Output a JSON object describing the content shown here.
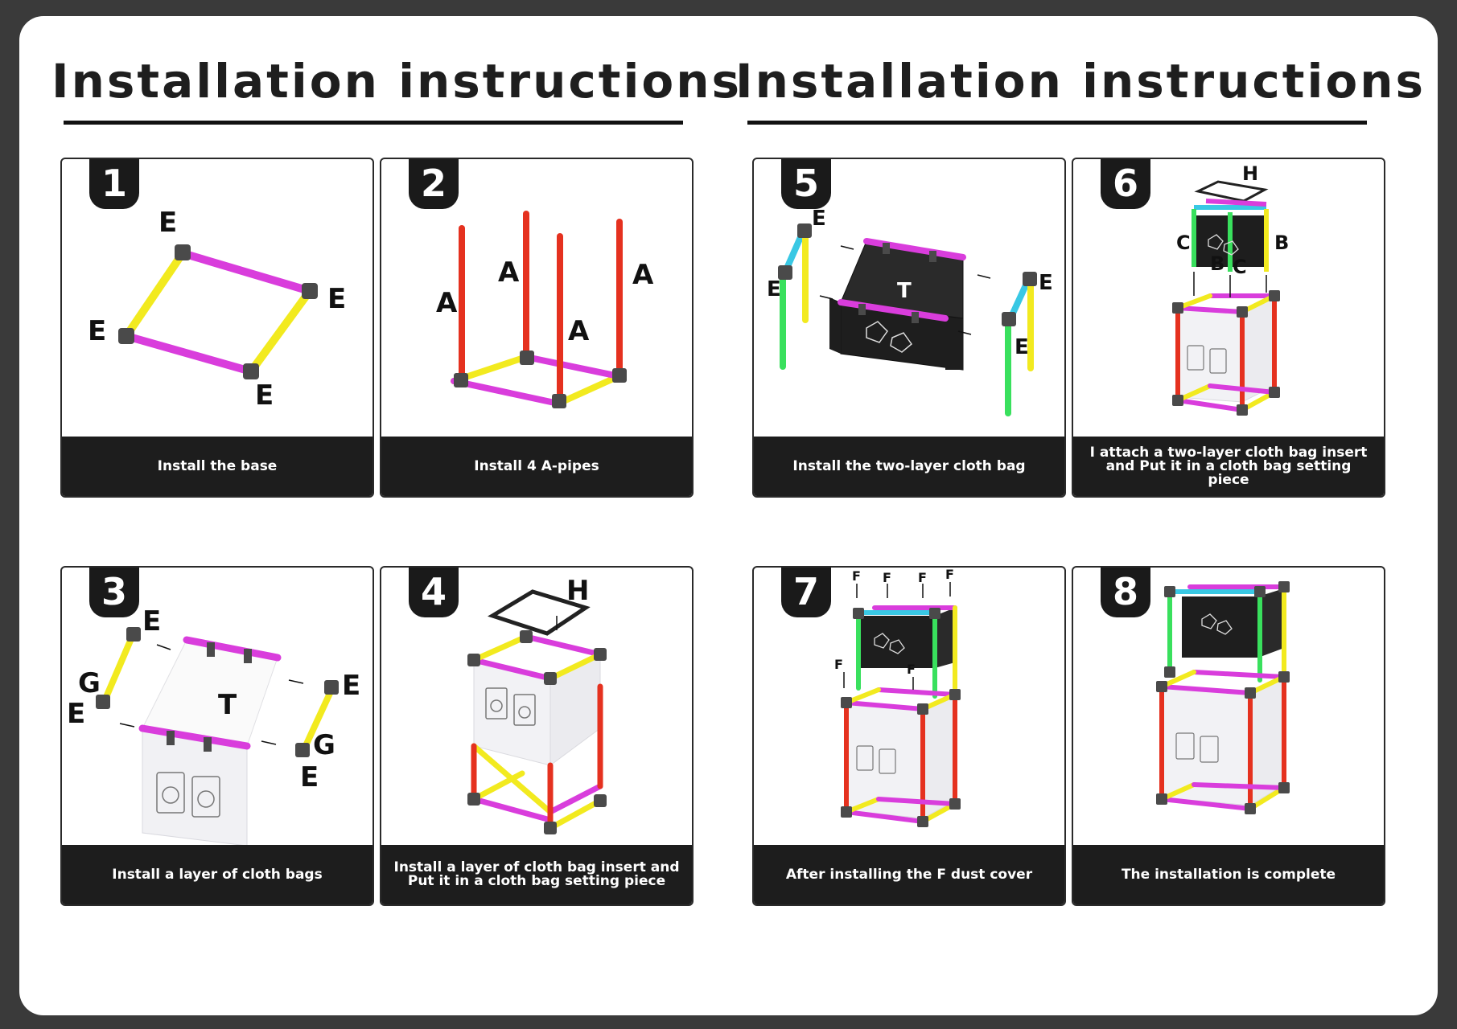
{
  "headings": [
    "Installation instructions",
    "Installation instructions"
  ],
  "steps": [
    {
      "number": "1",
      "caption": "Install the base"
    },
    {
      "number": "2",
      "caption": "Install 4 A-pipes"
    },
    {
      "number": "3",
      "caption": "Install a layer of cloth bags"
    },
    {
      "number": "4",
      "caption": "Install a layer of cloth bag insert and Put it in a cloth bag setting piece"
    },
    {
      "number": "5",
      "caption": "Install the two-layer cloth bag"
    },
    {
      "number": "6",
      "caption": "I attach a two-layer cloth bag insert and Put it in a cloth bag setting piece"
    },
    {
      "number": "7",
      "caption": "After installing the F dust cover"
    },
    {
      "number": "8",
      "caption": "The installation is complete"
    }
  ],
  "part_labels": {
    "a": "A",
    "b": "B",
    "c": "C",
    "e": "E",
    "f": "F",
    "g": "G",
    "h": "H",
    "t": "T"
  },
  "colors": {
    "yellow_pipe": "#f2ea1f",
    "magenta_pipe": "#d93ddc",
    "red_pipe": "#e5311f",
    "green_pipe": "#39e05d",
    "cyan_pipe": "#39c8e4",
    "connector": "#4a4a4a",
    "caption_bg": "#1d1d1d",
    "frame_bg": "#3a3a3a"
  }
}
